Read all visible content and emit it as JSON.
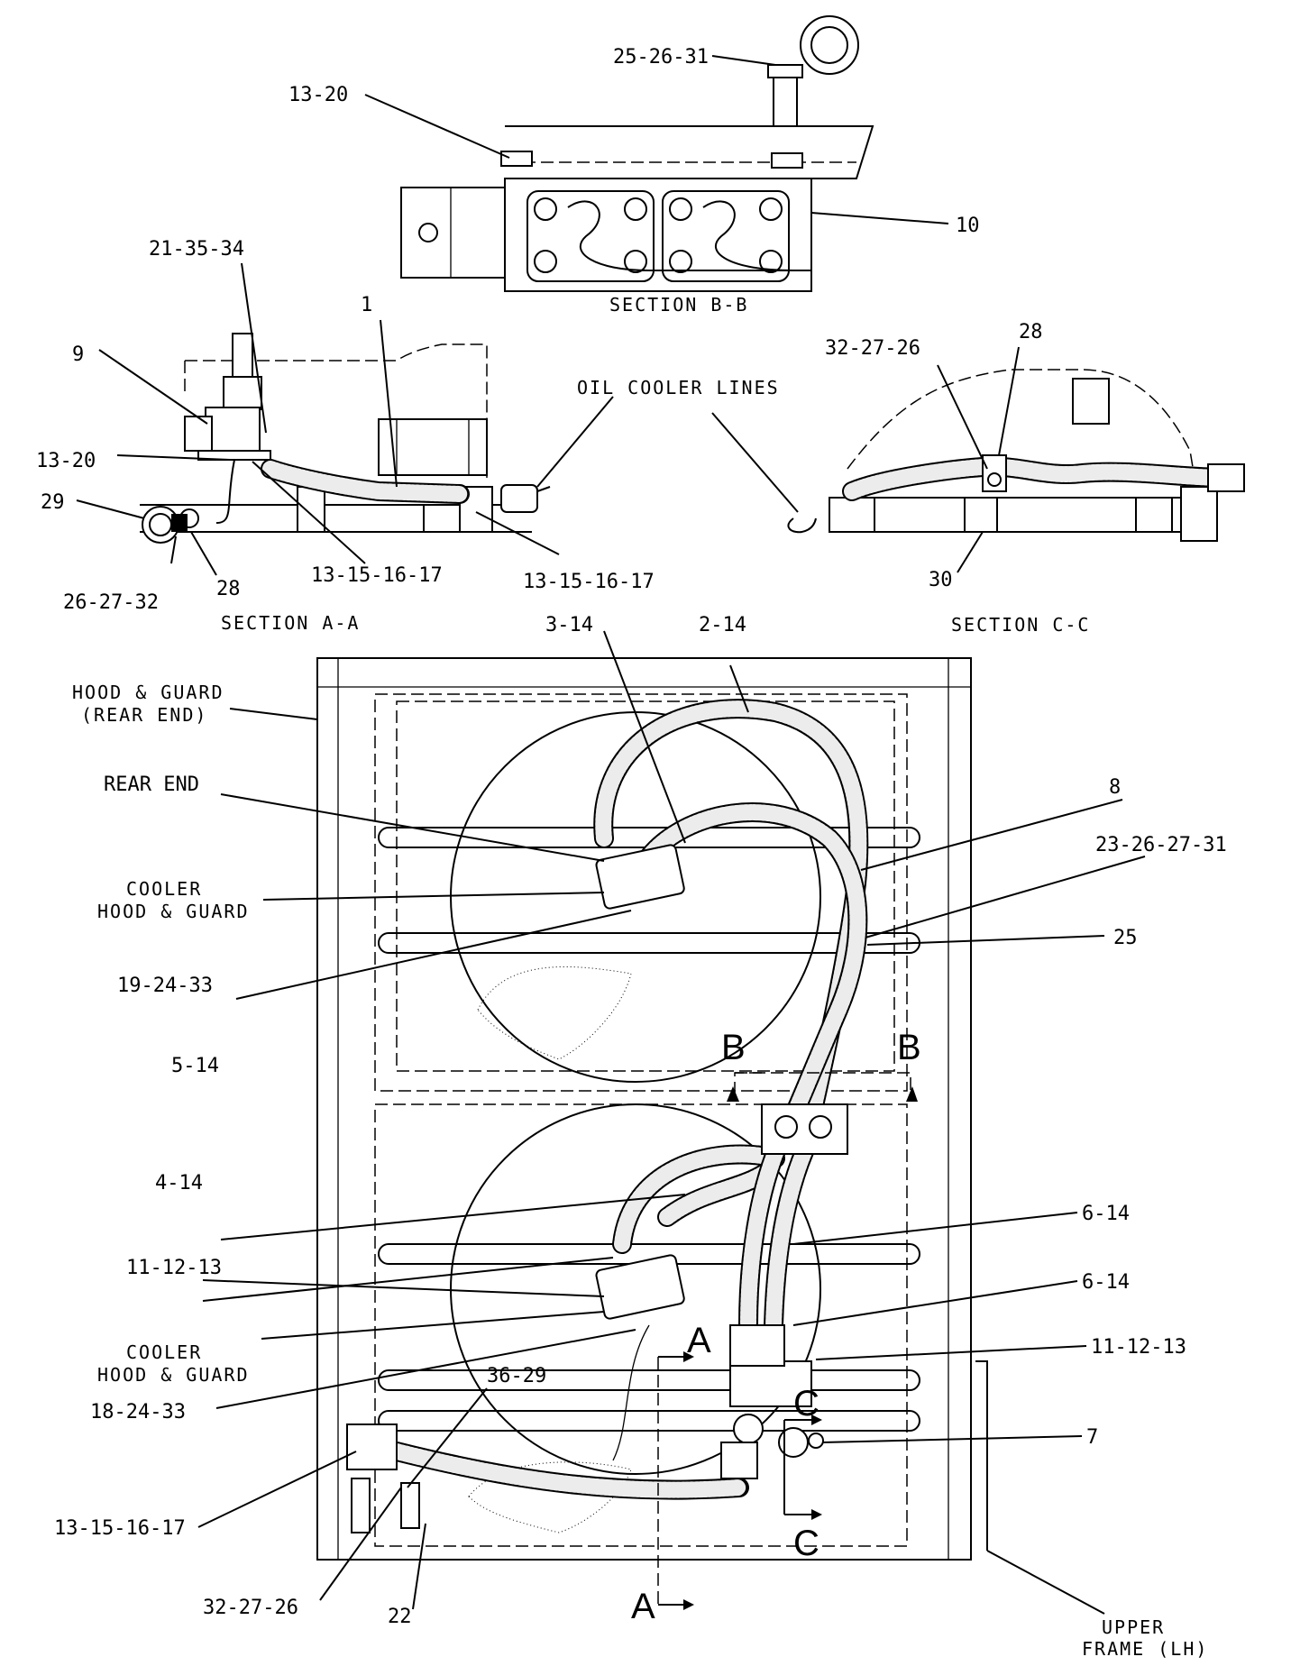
{
  "section_b": {
    "title": "SECTION B-B",
    "callouts": {
      "top": "25-26-31",
      "bolt": "13-20",
      "valve": "10"
    }
  },
  "section_a": {
    "title": "SECTION A-A",
    "callouts": {
      "c21": "21-35-34",
      "c1": "1",
      "c9": "9",
      "c13_20": "13-20",
      "c29": "29",
      "c26_27_32": "26-27-32",
      "c28": "28",
      "c13_15a": "13-15-16-17",
      "c13_15b": "13-15-16-17"
    },
    "oil_cooler_lines": "OIL COOLER LINES"
  },
  "section_c": {
    "title": "SECTION C-C",
    "callouts": {
      "c32": "32-27-26",
      "c28": "28",
      "c30": "30"
    }
  },
  "main": {
    "left_labels": {
      "hood_guard_1": "HOOD & GUARD",
      "hood_guard_2": "(REAR END)",
      "rear_end": "REAR END",
      "cooler_1a": "COOLER",
      "cooler_1b": "HOOD & GUARD",
      "c19": "19-24-33",
      "c5": "5-14",
      "c4": "4-14",
      "c11": "11-12-13",
      "cooler_2a": "COOLER",
      "cooler_2b": "HOOD & GUARD",
      "c18": "18-24-33",
      "c13": "13-15-16-17",
      "c32": "32-27-26",
      "c22": "22",
      "c36": "36-29"
    },
    "top_labels": {
      "c3": "3-14",
      "c2": "2-14"
    },
    "right_labels": {
      "c8": "8",
      "c23": "23-26-27-31",
      "c25": "25",
      "c6a": "6-14",
      "c6b": "6-14",
      "c11": "11-12-13",
      "c7": "7",
      "upper_1": "UPPER",
      "upper_2": "FRAME (LH)"
    },
    "section_letters": {
      "b": "B",
      "a": "A",
      "c": "C"
    }
  }
}
